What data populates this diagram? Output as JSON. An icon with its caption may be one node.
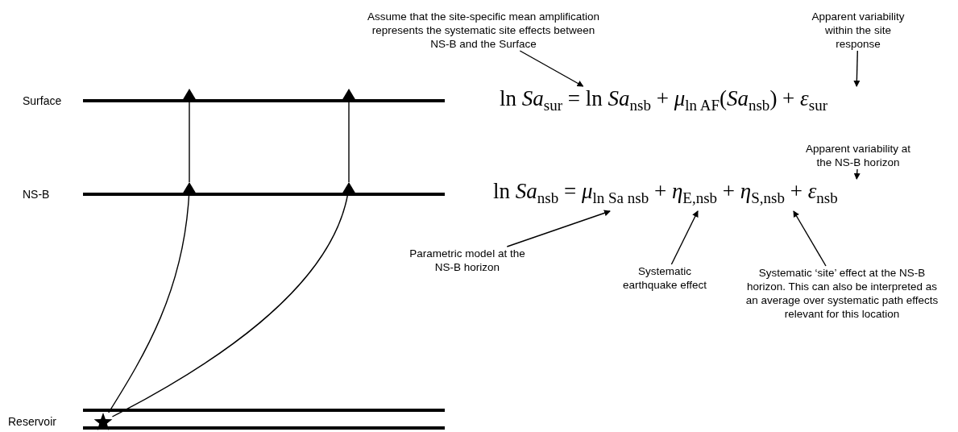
{
  "diagram": {
    "nodes": [
      {
        "text": [],
        "shape": "star"
      },
      {
        "text": [],
        "shape": "triangle"
      },
      {
        "text": [],
        "shape": "triangle"
      },
      {
        "text": [],
        "shape": "triangle"
      },
      {
        "text": [],
        "shape": "triangle"
      },
      {
        "text": [
          "Assume that the site-specific mean amplification represents the systematic site effects between NS-B and the Surface"
        ]
      },
      {
        "text": [
          "Apparent variability within the site response"
        ]
      },
      {
        "text": [
          "Apparent variability at the NS-B horizon"
        ]
      },
      {
        "text": [
          "Parametric model at the NS-B horizon"
        ]
      },
      {
        "text": [
          "Systematic earthquake effect"
        ]
      },
      {
        "text": [
          "Systematic ‘site’ effect at the NS-B horizon. This can also be interpreted as an average over systematic path effects relevant for this location"
        ]
      },
      {
        "text": [
          "ln *Sa*$_{sur}$ = ln *Sa*$_{nsb}$ + *μ*$_{ln AF}$(*Sa*$_{nsb}$) + *ε*$_{sur}$"
        ]
      },
      {
        "text": [
          "ln *Sa*$_{nsb}$ = *μ*$_{ln Sa nsb}$ + *η*$_{E,nsb}$ + *η*$_{S,nsb}$ + *ε*$_{nsb}$"
        ]
      }
    ],
    "edges": [
      {
        "from": 0,
        "to": 1,
        "arrow": "none"
      },
      {
        "from": 0,
        "to": 2,
        "arrow": "none"
      },
      {
        "from": 1,
        "to": 3,
        "arrow": "none"
      },
      {
        "from": 2,
        "to": 4,
        "arrow": "none"
      },
      {
        "from": 5,
        "to": 11,
        "arrow": "to"
      },
      {
        "from": 6,
        "to": 11,
        "arrow": "to"
      },
      {
        "from": 7,
        "to": 12,
        "arrow": "to"
      },
      {
        "from": 8,
        "to": 12,
        "arrow": "to"
      },
      {
        "from": 9,
        "to": 12,
        "arrow": "to"
      },
      {
        "from": 10,
        "to": 12,
        "arrow": "to"
      }
    ],
    "labels": [
      "Surface",
      "NS-B",
      "Reservoir"
    ]
  }
}
